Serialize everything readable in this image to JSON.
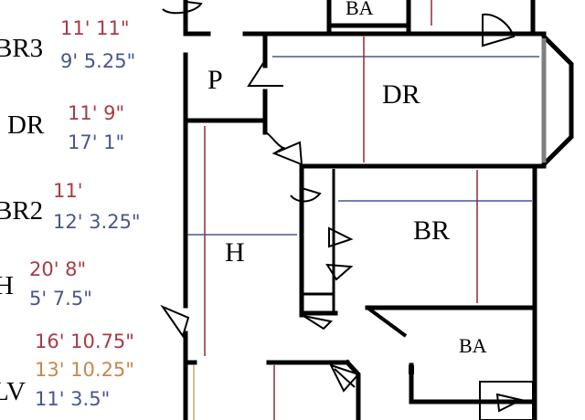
{
  "colors": {
    "length": "#a83a45",
    "width": "#4a5590",
    "alt": "#c8874a",
    "line_red": "#8b2a3a",
    "line_blue": "#4a5590",
    "line_tan": "#c9a46a",
    "wall": "#000000",
    "bay_wall": "#808080"
  },
  "legend": [
    {
      "code": "BR3",
      "dims": [
        "11' 11\"",
        "9' 5.25\""
      ]
    },
    {
      "code": "DR",
      "dims": [
        "11' 9\"",
        "17' 1\""
      ]
    },
    {
      "code": "BR2",
      "dims": [
        "11'",
        "12' 3.25\""
      ]
    },
    {
      "code": "H",
      "dims": [
        "20' 8\"",
        "5' 7.5\""
      ]
    },
    {
      "code": "LV",
      "dims": [
        "16' 10.75\"",
        "13' 10.25\"",
        "11' 3.5\""
      ]
    }
  ],
  "rooms": {
    "ba_top": "BA",
    "pantry": "P",
    "dining": "DR",
    "hall": "H",
    "bedroom": "BR",
    "ba_bottom": "BA"
  }
}
